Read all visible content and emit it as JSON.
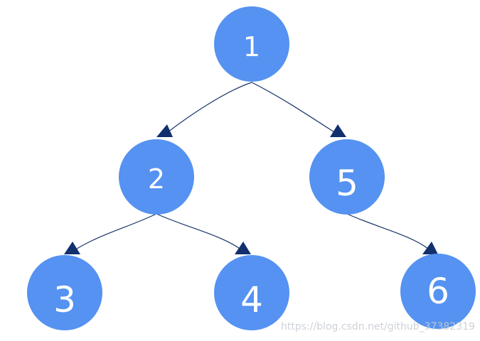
{
  "tree": {
    "nodes": [
      {
        "id": "n1",
        "label": "1"
      },
      {
        "id": "n2",
        "label": "2"
      },
      {
        "id": "n5",
        "label": "5"
      },
      {
        "id": "n3",
        "label": "3"
      },
      {
        "id": "n4",
        "label": "4"
      },
      {
        "id": "n6",
        "label": "6"
      }
    ],
    "edges": [
      {
        "from": "n1",
        "to": "n2"
      },
      {
        "from": "n1",
        "to": "n5"
      },
      {
        "from": "n2",
        "to": "n3"
      },
      {
        "from": "n2",
        "to": "n4"
      },
      {
        "from": "n5",
        "to": "n6"
      }
    ]
  },
  "watermark": {
    "text": "https://blog.csdn.net/github_37382319"
  },
  "colors": {
    "node_fill": "#5592f1",
    "node_label": "#ffffff",
    "edge": "#18356a",
    "arrow": "#12306d"
  }
}
